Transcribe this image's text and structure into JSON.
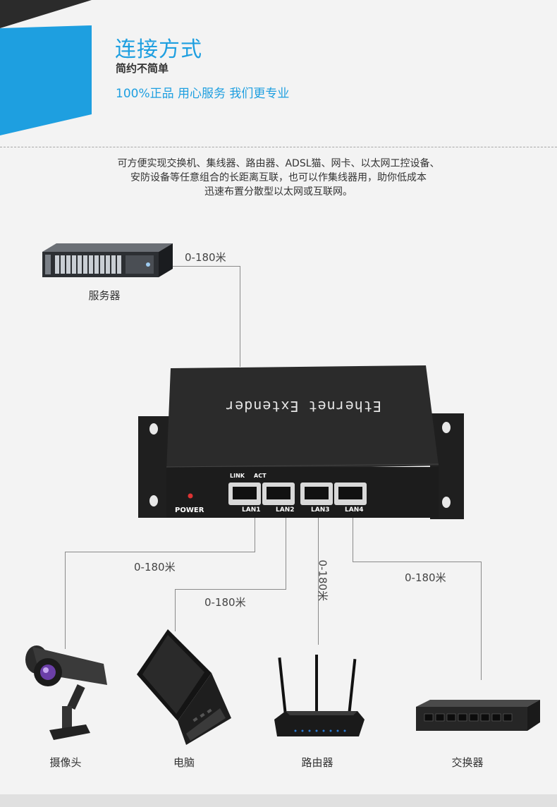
{
  "header": {
    "title": "连接方式",
    "subtitle": "简约不简单",
    "tagline": "100%正品 用心服务 我们更专业"
  },
  "description": [
    "可方便实现交换机、集线器、路由器、ADSL猫、网卡、以太网工控设备、",
    "安防设备等任意组合的长距离互联，也可以作集线器用，助你低成本",
    "迅速布置分散型以太网或互联网。"
  ],
  "device": {
    "name": "Ethernet Extender",
    "power_label": "POWER",
    "link_label": "LINK",
    "act_label": "ACT",
    "ports": [
      "LAN1",
      "LAN2",
      "LAN3",
      "LAN4"
    ]
  },
  "nodes": {
    "server": "服务器",
    "camera": "摄像头",
    "computer": "电脑",
    "router": "路由器",
    "switch": "交换器"
  },
  "distances": {
    "server": "0-180米",
    "lan1": "0-180米",
    "lan2": "0-180米",
    "lan3": "0-180米",
    "lan4": "0-180米"
  },
  "colors": {
    "accent": "#1e9fe0",
    "dark_bar": "#2a2a2a",
    "device_body": "#2b2b2b"
  }
}
